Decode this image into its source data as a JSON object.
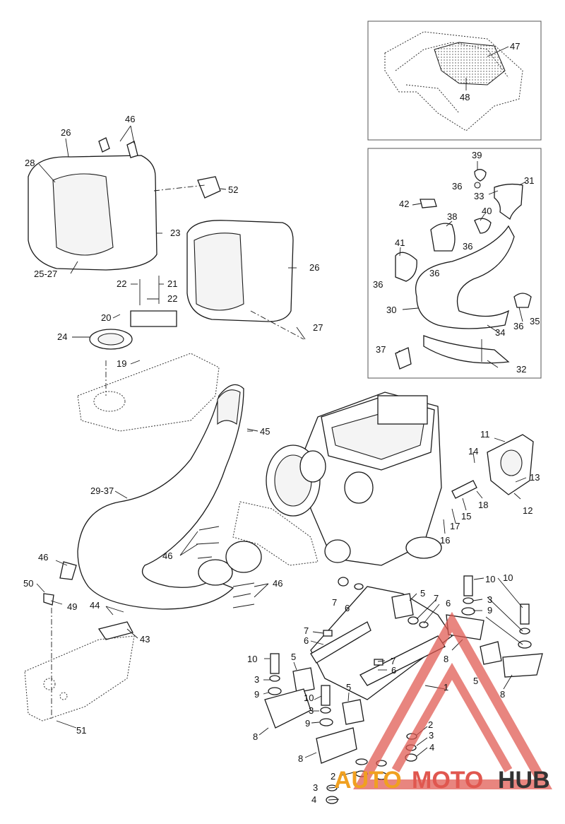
{
  "callouts": {
    "c1": "1",
    "c2a": "2",
    "c2b": "2",
    "c3a": "3",
    "c3b": "3",
    "c3c": "3",
    "c3d": "3",
    "c3e": "3",
    "c4a": "4",
    "c4b": "4",
    "c5a": "5",
    "c5b": "5",
    "c5c": "5",
    "c5d": "5",
    "c6a": "6",
    "c6b": "6",
    "c6c": "6",
    "c6d": "6",
    "c7a": "7",
    "c7b": "7",
    "c7c": "7",
    "c7d": "7",
    "c8a": "8",
    "c8b": "8",
    "c8c": "8",
    "c8d": "8",
    "c9a": "9",
    "c9b": "9",
    "c9c": "9",
    "c10a": "10",
    "c10b": "10",
    "c10c": "10",
    "c11": "11",
    "c12": "12",
    "c13": "13",
    "c14": "14",
    "c15": "15",
    "c16": "16",
    "c17": "17",
    "c18": "18",
    "c19": "19",
    "c20": "20",
    "c21": "21",
    "c22a": "22",
    "c22b": "22",
    "c23": "23",
    "c24": "24",
    "c2527": "25-27",
    "c26a": "26",
    "c26b": "26",
    "c27": "27",
    "c28": "28",
    "c2937": "29-37",
    "c30": "30",
    "c31": "31",
    "c32": "32",
    "c33": "33",
    "c34": "34",
    "c35": "35",
    "c36a": "36",
    "c36b": "36",
    "c36c": "36",
    "c36d": "36",
    "c36e": "36",
    "c37": "37",
    "c38": "38",
    "c39": "39",
    "c40": "40",
    "c41": "41",
    "c42": "42",
    "c43": "43",
    "c44": "44",
    "c45": "45",
    "c46a": "46",
    "c46b": "46",
    "c46c": "46",
    "c46d": "46",
    "c47": "47",
    "c48": "48",
    "c49": "49",
    "c50": "50",
    "c51": "51",
    "c52": "52"
  },
  "watermark": {
    "part1": "AUTO",
    "part2": "MOTO",
    "part3": "HUB",
    "color_primary": "#e0574f",
    "color_secondary": "#f0a020",
    "color_dark": "#333333"
  }
}
